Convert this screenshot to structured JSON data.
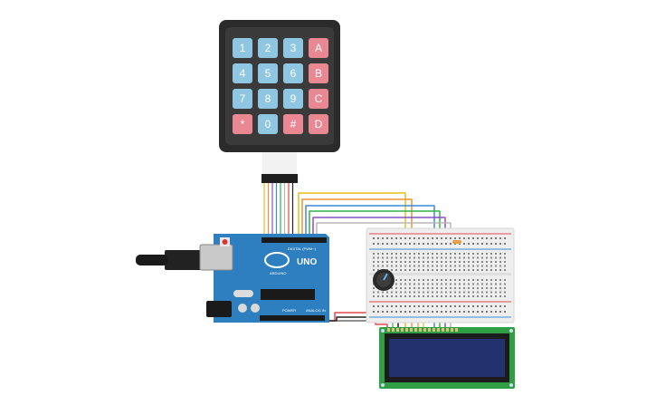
{
  "keypad": {
    "rows": [
      [
        {
          "label": "1",
          "kind": "digit"
        },
        {
          "label": "2",
          "kind": "digit"
        },
        {
          "label": "3",
          "kind": "digit"
        },
        {
          "label": "A",
          "kind": "letter"
        }
      ],
      [
        {
          "label": "4",
          "kind": "digit"
        },
        {
          "label": "5",
          "kind": "digit"
        },
        {
          "label": "6",
          "kind": "digit"
        },
        {
          "label": "B",
          "kind": "letter"
        }
      ],
      [
        {
          "label": "7",
          "kind": "digit"
        },
        {
          "label": "8",
          "kind": "digit"
        },
        {
          "label": "9",
          "kind": "digit"
        },
        {
          "label": "C",
          "kind": "letter"
        }
      ],
      [
        {
          "label": "*",
          "kind": "symbol"
        },
        {
          "label": "0",
          "kind": "digit"
        },
        {
          "label": "#",
          "kind": "symbol"
        },
        {
          "label": "D",
          "kind": "letter"
        }
      ]
    ]
  },
  "arduino": {
    "model_label": "UNO",
    "brand_label": "ARDUINO",
    "digital_label": "DIGITAL (PWM~)",
    "power_label": "POWER",
    "analog_label": "ANALOG IN"
  },
  "colors": {
    "keypad_body": "#2b2b2b",
    "key_digit": "#8fc6e1",
    "key_letter": "#e98892",
    "board": "#2e7fbf",
    "breadboard": "#eeeeee",
    "lcd_pcb": "#2f9e45",
    "lcd_screen": "#23326f",
    "wire_colors": [
      "#e6c01c",
      "#f0913a",
      "#8a4fc7",
      "#3c8ad8",
      "#2fb34a",
      "#b8b8b8",
      "#e24a4a",
      "#222222"
    ]
  }
}
